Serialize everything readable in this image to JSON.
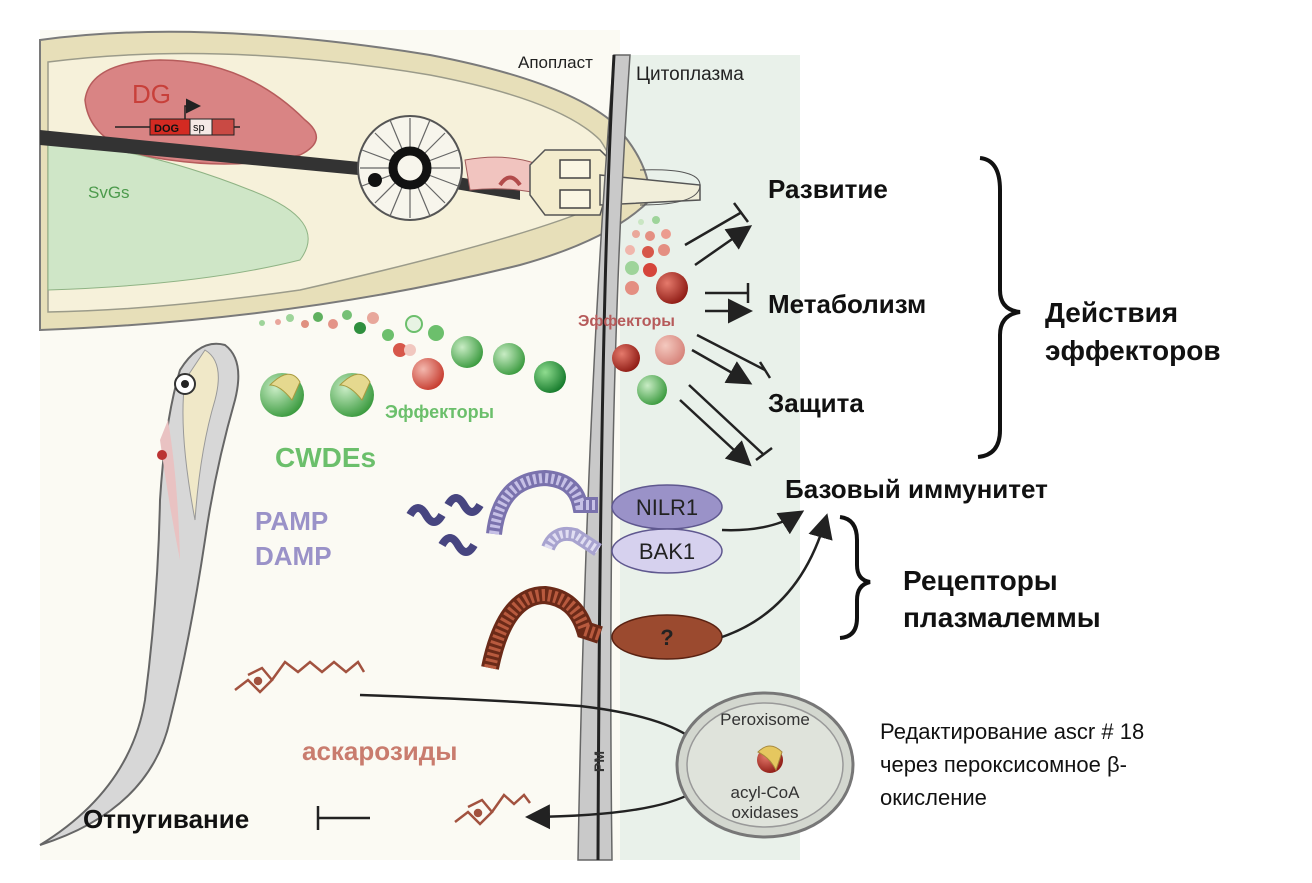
{
  "labels": {
    "apoplast": "Апопласт",
    "cytoplasm": "Цитоплазма",
    "dg": "DG",
    "dog_gene": "DOG",
    "sp": "sp",
    "svgs": "SvGs",
    "effectors_plant": "Эффекторы",
    "effectors_nematode": "Эффекторы",
    "cwdes": "CWDEs",
    "pamp": "PAMP",
    "damp": "DAMP",
    "nilr1": "NILR1",
    "bak1": "BAK1",
    "unknown_receptor": "?",
    "pm": "PM",
    "peroxisome": "Peroxisome",
    "acyl_coa_1": "acyl-CoA",
    "acyl_coa_2": "oxidases",
    "ascarosides": "аскарозиды",
    "repelling": "Отпугивание"
  },
  "outcomes": {
    "development": "Развитие",
    "metabolism": "Метаболизм",
    "defense": "Защита",
    "basal_immunity": "Базовый иммунитет"
  },
  "groups": {
    "effector_actions_1": "Действия",
    "effector_actions_2": "эффекторов",
    "receptors_1": "Рецепторы",
    "receptors_2": "плазмалеммы"
  },
  "note": {
    "line1": "Редактирование ascr # 18",
    "line2": "через пероксисомное β-",
    "line3": "окисление"
  },
  "colors": {
    "dg_red": "#c8403a",
    "green": "#6bbf6b",
    "purple": "#9a92c8",
    "brown": "#a0492e",
    "apoplast_bg": "#f7f4e6",
    "cytoplasm_bg": "#e9f1ea"
  }
}
